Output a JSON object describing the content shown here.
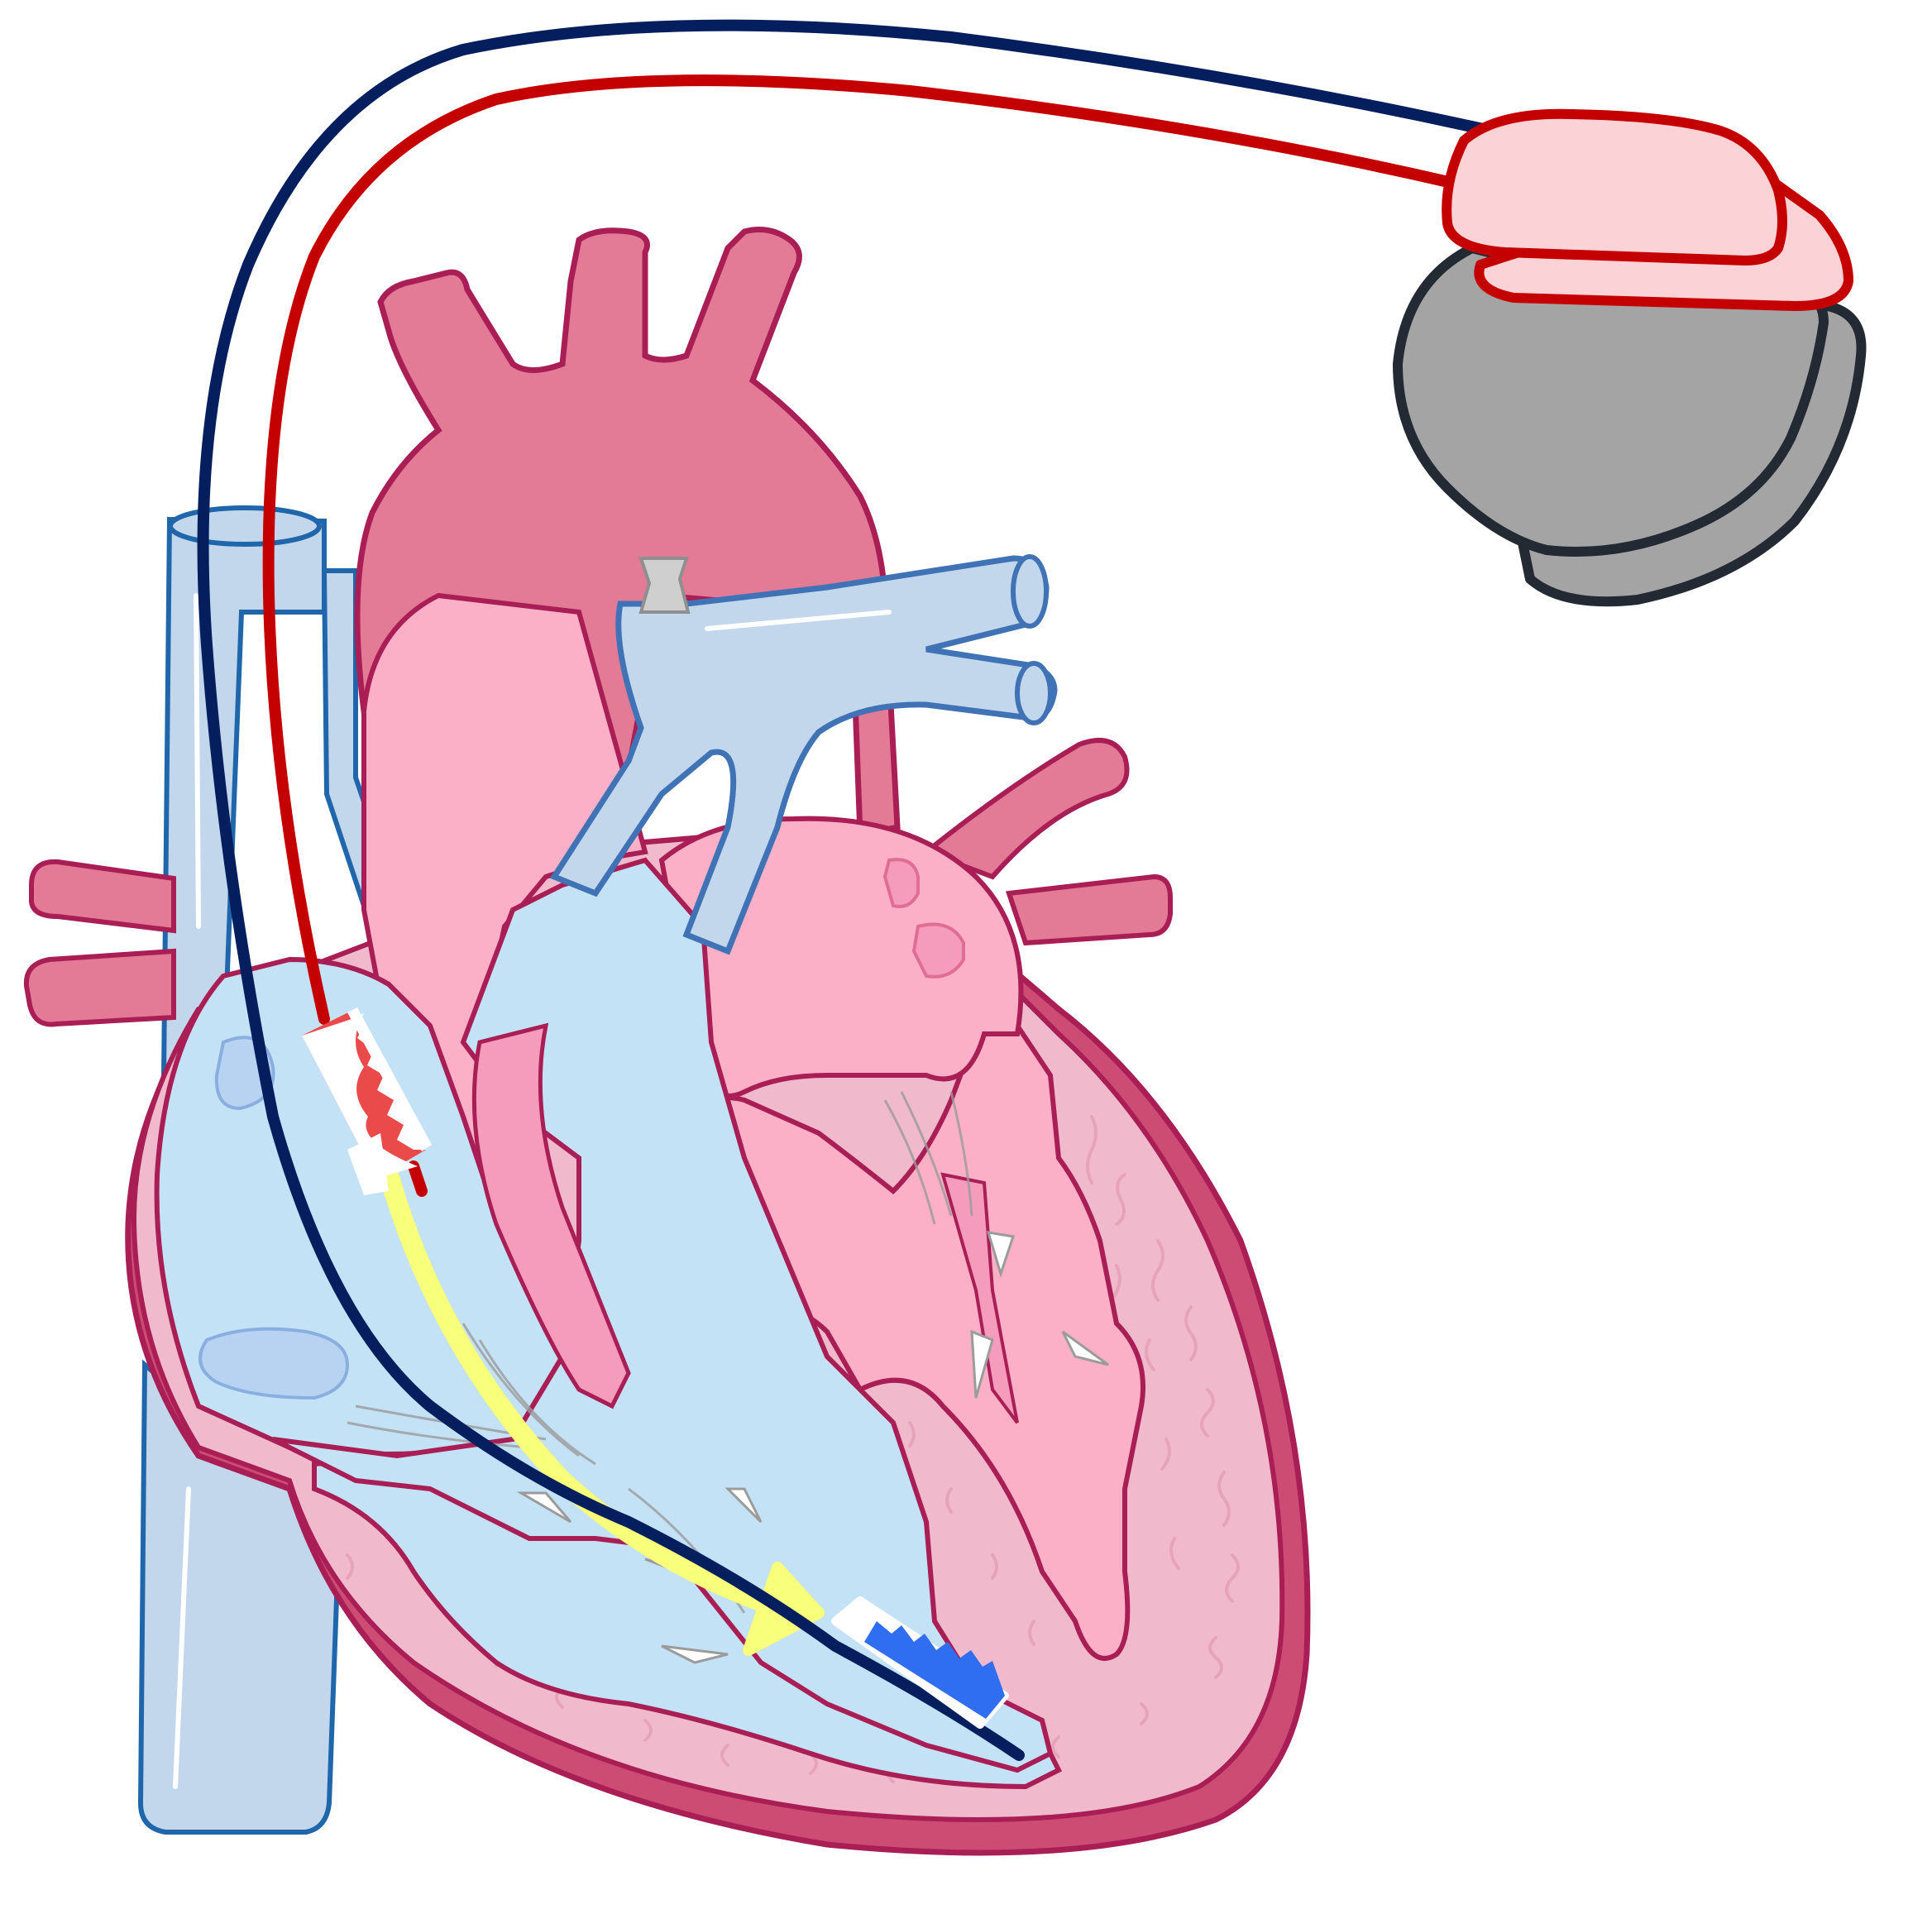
{
  "diagram": {
    "title": "",
    "labels": []
  },
  "colors": {
    "background": "#ffffff",
    "vena_cava_fill": "#c3d7ec",
    "vena_cava_stroke": "#1f66ab",
    "pulmonary_artery_fill": "#c3d7ec",
    "pulmonary_artery_stroke": "#3f73b6",
    "aorta_fill": "#e37a96",
    "heart_outline": "#a81e55",
    "heart_wall_outer": "#cc4c74",
    "myocardium": "#f0b9cc",
    "left_chambers": "#fbb0c8",
    "right_chambers": "#c4e2f6",
    "lead_ventricular": "#051e5e",
    "lead_atrial": "#c50000",
    "conduction_arrow": "#f8ff7a",
    "electrode_red": "#ea4a4a",
    "electrode_blue": "#2f6ef0",
    "pacemaker_can_fill": "#a4a4a4",
    "pacemaker_can_stroke": "#232a34",
    "pacemaker_header_fill": "#fbd2d5",
    "pacemaker_header_stroke": "#c50000"
  },
  "components": [
    {
      "id": "pacemaker-can",
      "icon": "pacemaker-generator-icon"
    },
    {
      "id": "pacemaker-header",
      "icon": "pacemaker-header-icon"
    },
    {
      "id": "atrial-lead",
      "icon": "atrial-lead-icon"
    },
    {
      "id": "ventricular-lead",
      "icon": "ventricular-lead-icon"
    },
    {
      "id": "atrial-electrode",
      "icon": "atrial-electrode-icon"
    },
    {
      "id": "ventricular-electrode",
      "icon": "ventricular-electrode-icon"
    },
    {
      "id": "conduction-arrow",
      "icon": "conduction-arrow-icon"
    },
    {
      "id": "heart",
      "icon": "heart-icon"
    }
  ]
}
